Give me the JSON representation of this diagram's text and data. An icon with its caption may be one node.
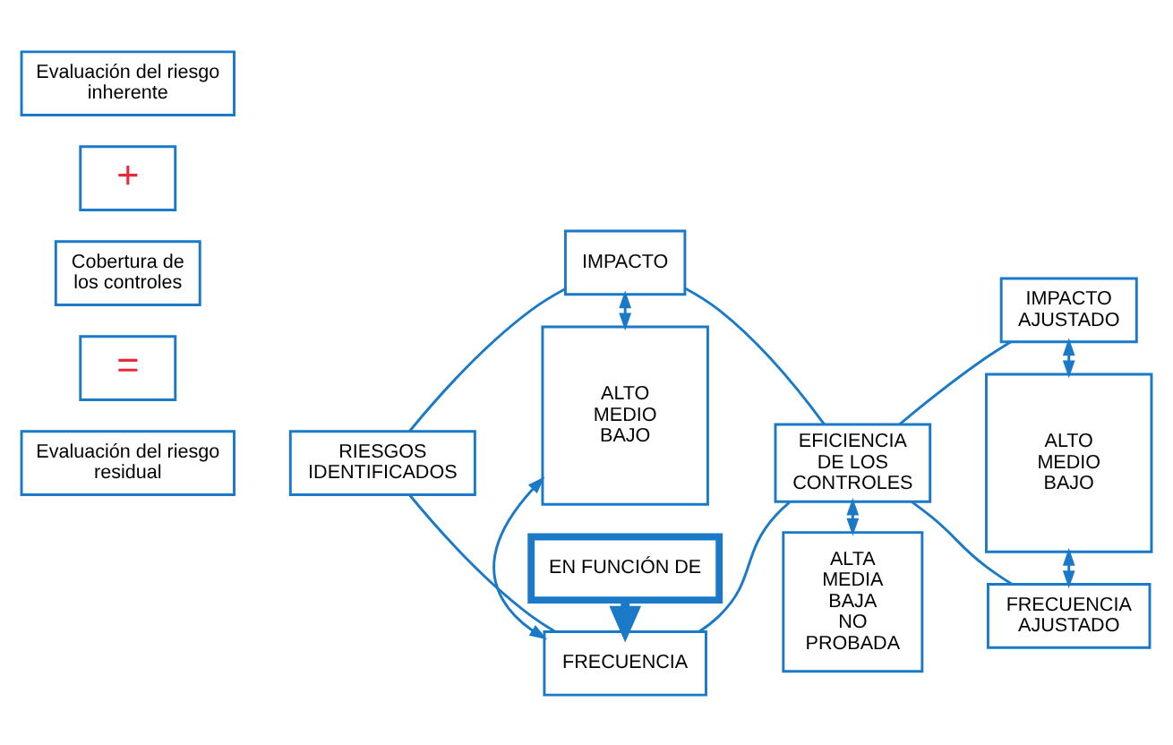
{
  "diagram": {
    "nodes": [
      {
        "text": [
          "Evaluación del riesgo inherente"
        ]
      },
      {
        "text": [
          "+"
        ]
      },
      {
        "text": [
          "Cobertura de los controles"
        ]
      },
      {
        "text": [
          "="
        ]
      },
      {
        "text": [
          "Evaluación del riesgo residual"
        ]
      },
      {
        "text": [
          "RIESGOS IDENTIFICADOS"
        ]
      },
      {
        "text": [
          "IMPACTO"
        ]
      },
      {
        "text": [
          "ALTO MEDIO BAJO"
        ]
      },
      {
        "text": [
          "FRECUENCIA"
        ]
      },
      {
        "text": [
          "EN FUNCIÓN DE"
        ]
      },
      {
        "text": [
          "EFICIENCIA DE LOS CONTROLES"
        ]
      },
      {
        "text": [
          "ALTA MEDIA BAJA NO PROBADA"
        ]
      },
      {
        "text": [
          "IMPACTO AJUSTADO"
        ]
      },
      {
        "text": [
          "ALTO MEDIO BAJO"
        ]
      },
      {
        "text": [
          "FRECUENCIA AJUSTADO"
        ]
      }
    ],
    "edges": [
      {
        "from": 5,
        "to": 6,
        "arrow": "none"
      },
      {
        "from": 5,
        "to": 8,
        "arrow": "none"
      },
      {
        "from": 6,
        "to": 7,
        "arrow": "both"
      },
      {
        "from": 7,
        "to": 8,
        "arrow": "both"
      },
      {
        "from": 9,
        "to": 8,
        "arrow": "to",
        "style": "thick"
      },
      {
        "from": 6,
        "to": 10,
        "arrow": "none"
      },
      {
        "from": 8,
        "to": 10,
        "arrow": "none"
      },
      {
        "from": 10,
        "to": 11,
        "arrow": "both"
      },
      {
        "from": 10,
        "to": 12,
        "arrow": "none"
      },
      {
        "from": 10,
        "to": 14,
        "arrow": "none"
      },
      {
        "from": 12,
        "to": 13,
        "arrow": "both"
      },
      {
        "from": 13,
        "to": 14,
        "arrow": "both"
      }
    ]
  }
}
